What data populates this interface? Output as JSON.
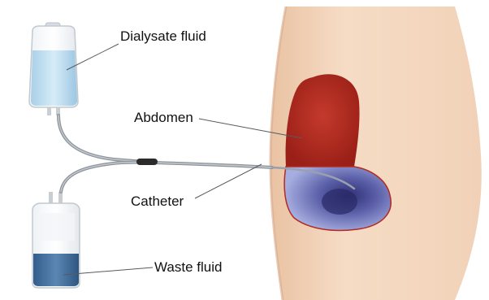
{
  "labels": {
    "dialysate": "Dialysate fluid",
    "abdomen": "Abdomen",
    "catheter": "Catheter",
    "waste": "Waste fluid"
  },
  "colors": {
    "skin": "#f2d6bd",
    "abdomen_cavity": "#b7281f",
    "fluid_in_abdomen": "#5a5fa8",
    "dialysate_fluid": "#bcdcef",
    "waste_fluid": "#3f6a98",
    "tube": "#9aa0a6",
    "bag_outline": "#c9ced3"
  }
}
